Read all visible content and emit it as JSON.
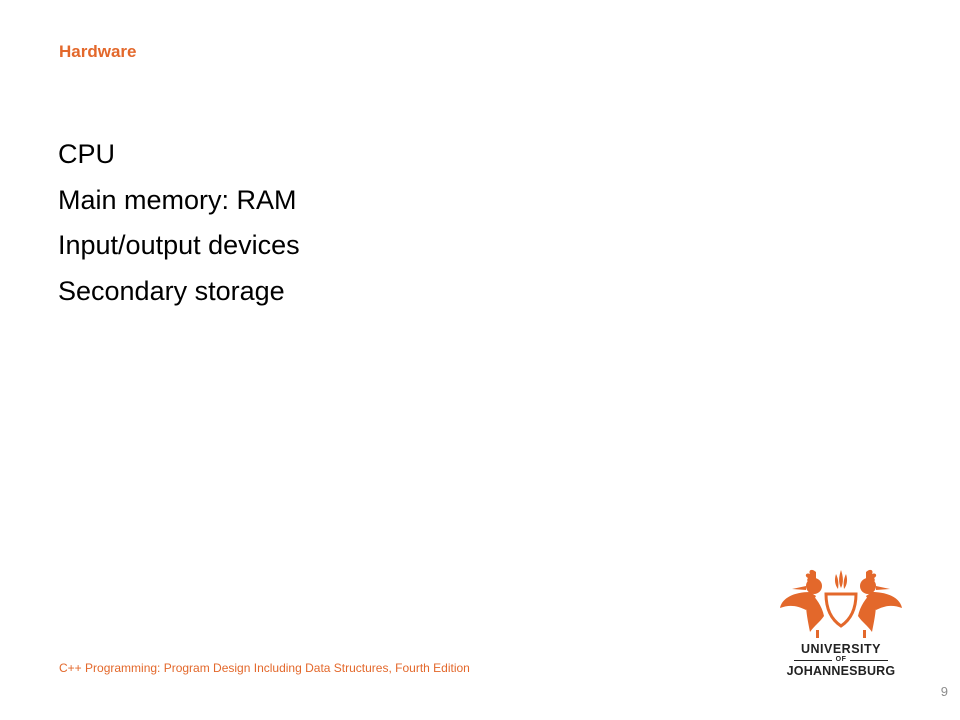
{
  "slide": {
    "title": "Hardware",
    "bullets": [
      "CPU",
      "Main memory: RAM",
      "Input/output devices",
      "Secondary storage"
    ],
    "footer": "C++ Programming: Program Design Including Data Structures, Fourth Edition",
    "page_number": "9"
  },
  "logo": {
    "line1": "UNIVERSITY",
    "line2": "OF",
    "line3": "JOHANNESBURG"
  },
  "colors": {
    "accent": "#e3682b",
    "text": "#000000",
    "page_number": "#8c8c8c"
  }
}
